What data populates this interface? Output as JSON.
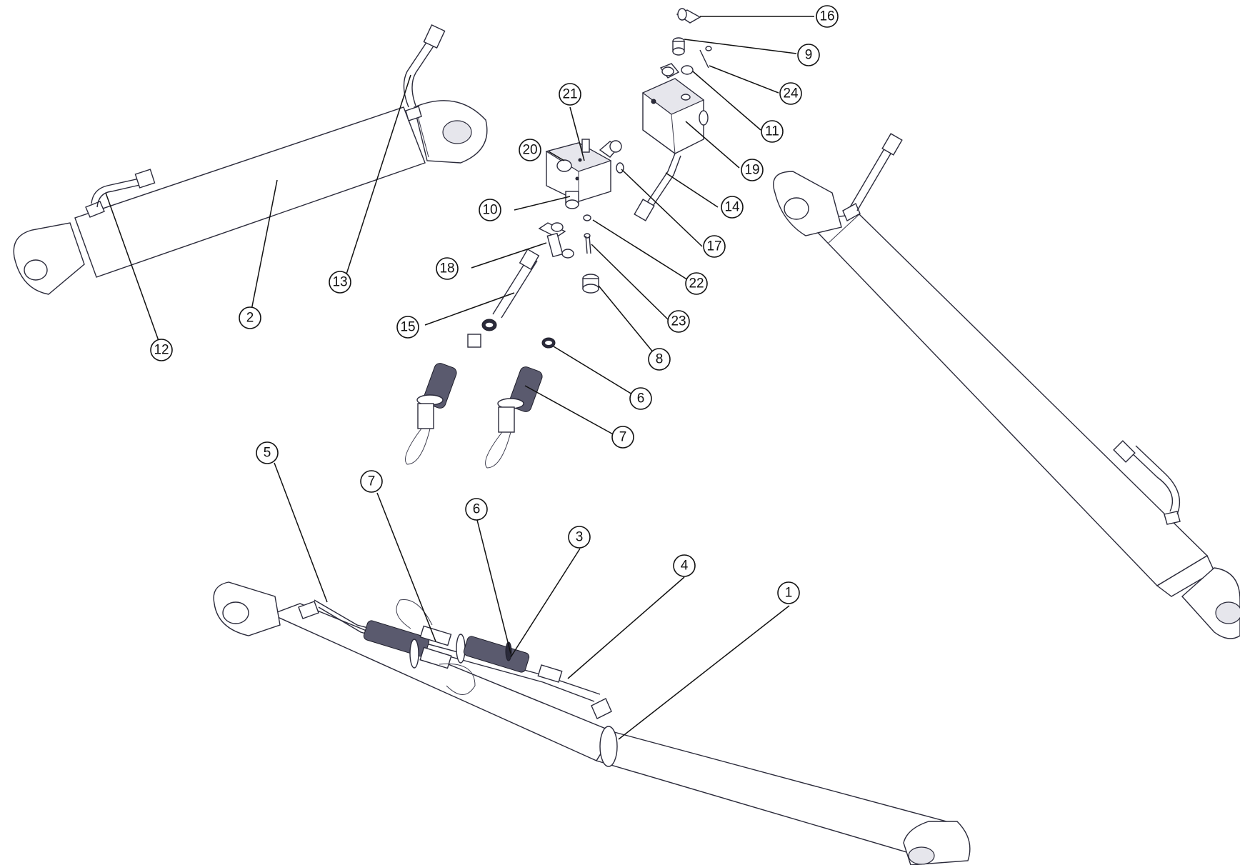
{
  "callouts": [
    {
      "id": "16",
      "label": "16"
    },
    {
      "id": "9",
      "label": "9"
    },
    {
      "id": "24",
      "label": "24"
    },
    {
      "id": "11",
      "label": "11"
    },
    {
      "id": "19",
      "label": "19"
    },
    {
      "id": "21",
      "label": "21"
    },
    {
      "id": "20",
      "label": "20"
    },
    {
      "id": "10",
      "label": "10"
    },
    {
      "id": "14",
      "label": "14"
    },
    {
      "id": "17",
      "label": "17"
    },
    {
      "id": "22",
      "label": "22"
    },
    {
      "id": "18",
      "label": "18"
    },
    {
      "id": "23",
      "label": "23"
    },
    {
      "id": "15",
      "label": "15"
    },
    {
      "id": "8",
      "label": "8"
    },
    {
      "id": "6a",
      "label": "6"
    },
    {
      "id": "7a",
      "label": "7"
    },
    {
      "id": "13",
      "label": "13"
    },
    {
      "id": "2",
      "label": "2"
    },
    {
      "id": "12",
      "label": "12"
    },
    {
      "id": "5",
      "label": "5"
    },
    {
      "id": "7b",
      "label": "7"
    },
    {
      "id": "6b",
      "label": "6"
    },
    {
      "id": "3",
      "label": "3"
    },
    {
      "id": "4",
      "label": "4"
    },
    {
      "id": "1",
      "label": "1"
    }
  ],
  "colors": {
    "line": "#2a2a3a",
    "grip": "#5a5a6e",
    "background": "#ffffff"
  }
}
